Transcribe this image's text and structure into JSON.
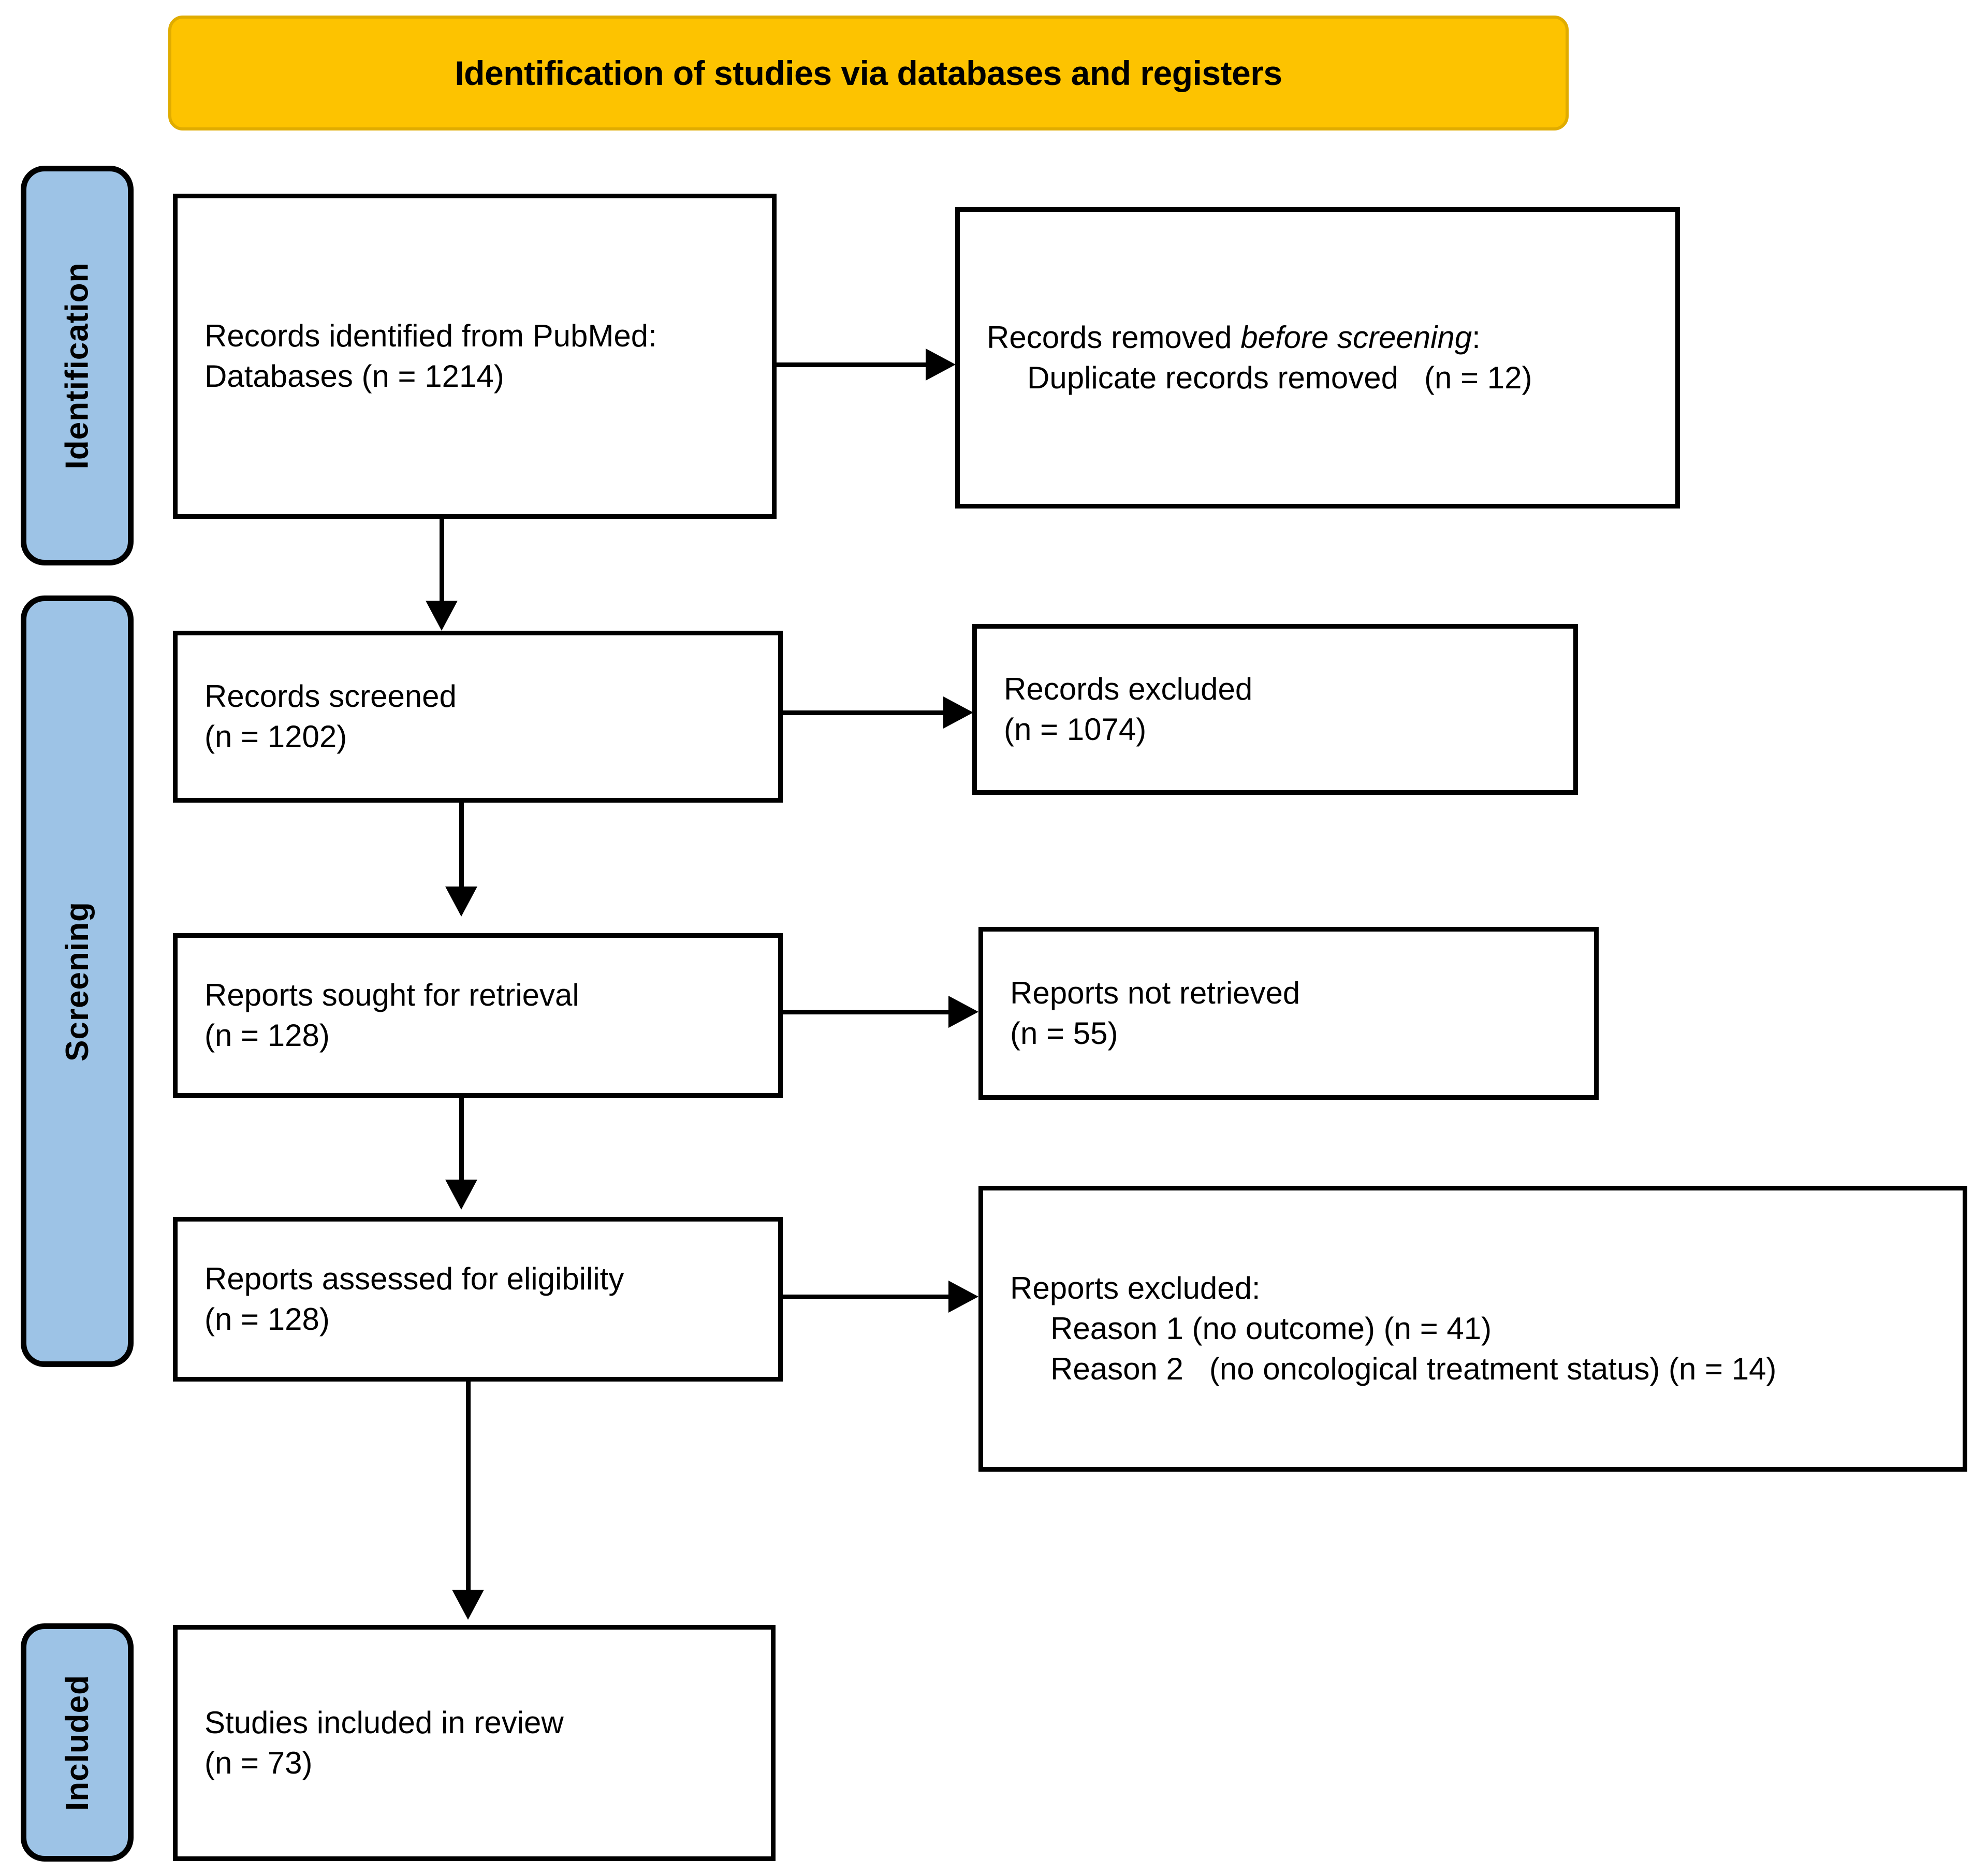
{
  "banner": {
    "title": "Identification of studies via databases and registers",
    "bg_color": "#FDC300"
  },
  "stages": [
    {
      "id": "identification",
      "label": "Identification",
      "bg_color": "#9DC3E6"
    },
    {
      "id": "screening",
      "label": "Screening",
      "bg_color": "#9DC3E6"
    },
    {
      "id": "included",
      "label": "Included",
      "bg_color": "#9DC3E6"
    }
  ],
  "boxes": {
    "records_identified": {
      "line1": "Records identified from PubMed:",
      "line2": "Databases (n = 1214)"
    },
    "records_removed": {
      "line1_prefix": "Records removed ",
      "line1_em": "before screening",
      "line1_suffix": ":",
      "line2": "Duplicate records removed   (n = 12)"
    },
    "records_screened": {
      "line1": "Records screened",
      "line2": "(n = 1202)"
    },
    "records_excluded": {
      "line1": "Records excluded",
      "line2": "(n = 1074)"
    },
    "reports_sought": {
      "line1": "Reports sought for retrieval",
      "line2": "(n = 128)"
    },
    "reports_not_retrieved": {
      "line1": "Reports not retrieved",
      "line2": "(n = 55)"
    },
    "reports_assessed": {
      "line1": "Reports assessed for eligibility",
      "line2": "(n = 128)"
    },
    "reports_excluded": {
      "line1": "Reports excluded:",
      "line2": "Reason 1 (no outcome) (n = 41)",
      "line3": "Reason 2   (no oncological treatment status) (n = 14)"
    },
    "studies_included": {
      "line1": "Studies included in review",
      "line2": "(n = 73)"
    }
  },
  "chart_data": {
    "type": "diagram",
    "title": "Identification of studies via databases and registers",
    "nodes": [
      {
        "id": "records_identified",
        "stage": "Identification",
        "label": "Records identified from PubMed: Databases",
        "n": 1214
      },
      {
        "id": "records_removed",
        "stage": "Identification",
        "label": "Records removed before screening: Duplicate records removed",
        "n": 12
      },
      {
        "id": "records_screened",
        "stage": "Screening",
        "label": "Records screened",
        "n": 1202
      },
      {
        "id": "records_excluded",
        "stage": "Screening",
        "label": "Records excluded",
        "n": 1074
      },
      {
        "id": "reports_sought",
        "stage": "Screening",
        "label": "Reports sought for retrieval",
        "n": 128
      },
      {
        "id": "reports_not_retrieved",
        "stage": "Screening",
        "label": "Reports not retrieved",
        "n": 55
      },
      {
        "id": "reports_assessed",
        "stage": "Screening",
        "label": "Reports assessed for eligibility",
        "n": 128
      },
      {
        "id": "reports_excluded_r1",
        "stage": "Screening",
        "label": "Reason 1 (no outcome)",
        "n": 41
      },
      {
        "id": "reports_excluded_r2",
        "stage": "Screening",
        "label": "Reason 2 (no oncological treatment status)",
        "n": 14
      },
      {
        "id": "studies_included",
        "stage": "Included",
        "label": "Studies included in review",
        "n": 73
      }
    ],
    "edges": [
      {
        "from": "records_identified",
        "to": "records_removed",
        "direction": "right"
      },
      {
        "from": "records_identified",
        "to": "records_screened",
        "direction": "down"
      },
      {
        "from": "records_screened",
        "to": "records_excluded",
        "direction": "right"
      },
      {
        "from": "records_screened",
        "to": "reports_sought",
        "direction": "down"
      },
      {
        "from": "reports_sought",
        "to": "reports_not_retrieved",
        "direction": "right"
      },
      {
        "from": "reports_sought",
        "to": "reports_assessed",
        "direction": "down"
      },
      {
        "from": "reports_assessed",
        "to": "reports_excluded_r1",
        "direction": "right"
      },
      {
        "from": "reports_assessed",
        "to": "studies_included",
        "direction": "down"
      }
    ]
  }
}
